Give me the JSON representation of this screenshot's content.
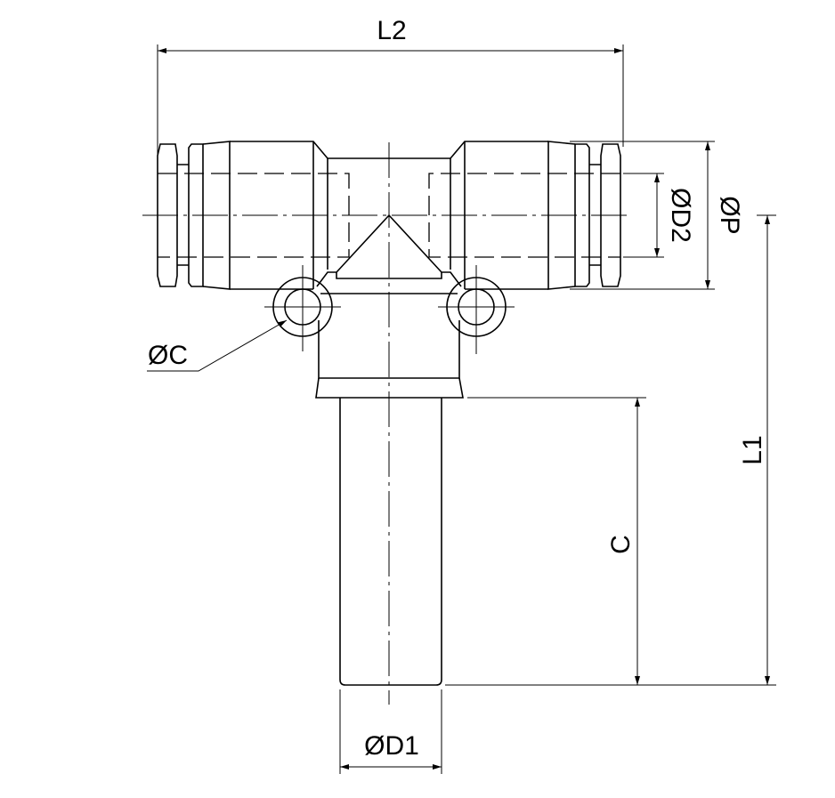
{
  "drawing": {
    "title": "Union tee with stem and mounting holes",
    "dimensions": {
      "L2": "L2",
      "L1": "L1",
      "C": "C",
      "D1": "ØD1",
      "D2": "ØD2",
      "P": "ØP",
      "hole": "ØC"
    },
    "line_color": "#000000",
    "background": "#ffffff"
  }
}
